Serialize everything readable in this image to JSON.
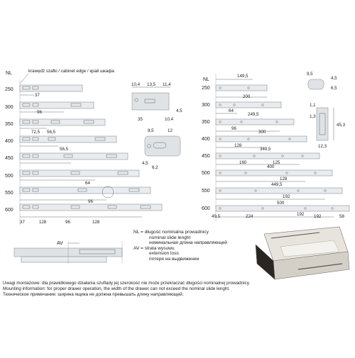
{
  "left_panel": {
    "nl_header": "NL",
    "edge_label": "krawędź szafki / cabinet edge / край шкафа",
    "rows": [
      "250",
      "300",
      "350",
      "400",
      "450",
      "500",
      "550",
      "600"
    ],
    "dims": [
      "37",
      "96",
      "72,5",
      "56,5",
      "56,5",
      "64",
      "96",
      "37",
      "128",
      "96",
      "128"
    ]
  },
  "detail_top": {
    "dims": [
      "10,4",
      "13,5",
      "11,4",
      "35",
      "10,4",
      "4,5"
    ]
  },
  "detail_mid": {
    "dims": [
      "8,5",
      "12",
      "4,5",
      "6,2"
    ]
  },
  "right_panel": {
    "nl_header": "NL",
    "rows": [
      "250",
      "300",
      "350",
      "400",
      "450",
      "500",
      "550",
      "600"
    ],
    "dims": [
      "149,5",
      "200",
      "64",
      "249,5",
      "96",
      "300",
      "128",
      "349,5",
      "160",
      "125",
      "400",
      "128",
      "449,5",
      "192",
      "500",
      "192",
      "49,5",
      "224",
      "192",
      "58"
    ]
  },
  "profile": {
    "dims": [
      "9,5",
      "4,5",
      "6,5",
      "1,1",
      "1,3",
      "45,3",
      "12,3"
    ]
  },
  "av_label": "AV",
  "legend": {
    "line1": "NL = długość nominalna prowadnicy",
    "line2": "nominal slide lenght",
    "line3": "номинальная длина направляющей",
    "line4": "AV = strata wysuwu",
    "line5": "extension loss",
    "line6": "потеря на выдвижении"
  },
  "notes": {
    "pl": "Uwagi montażowe: dla prawidłowego działania szuflady jej szerokość nie może przekraczać długości nominalnej prowadnicy.",
    "en": "Mounting information: for proper drawer operation, the width of the drawer can not exceed the nominal slide lenght.",
    "ru": "Техническое примечание: ширина ящика не должна превышать длину направляющей."
  }
}
